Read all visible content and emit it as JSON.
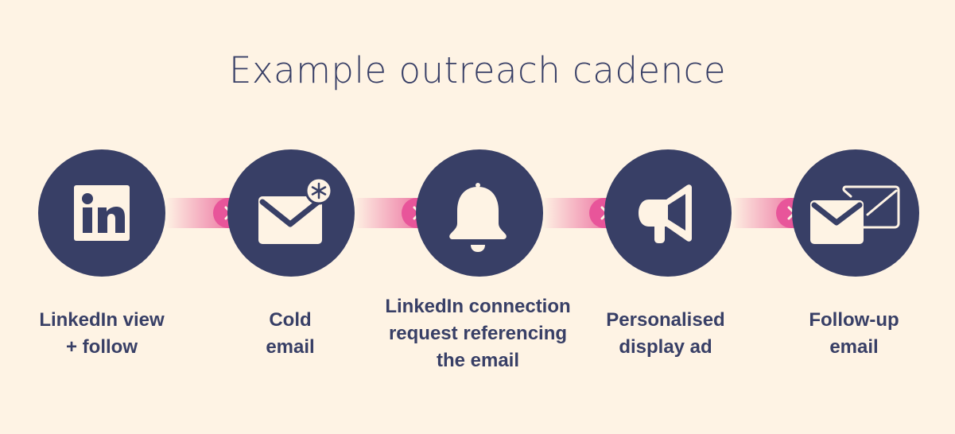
{
  "title": "Example outreach cadence",
  "colors": {
    "background": "#fef3e4",
    "circle": "#383f66",
    "accent": "#e8559a",
    "text": "#383f66",
    "icon": "#fef3e4"
  },
  "steps": [
    {
      "icon": "linkedin-icon",
      "label_lines": [
        "LinkedIn view",
        "+ follow"
      ]
    },
    {
      "icon": "email-snowflake-icon",
      "label_lines": [
        "Cold",
        "email"
      ]
    },
    {
      "icon": "bell-icon",
      "label_lines": [
        "LinkedIn connection",
        "request referencing",
        "the email"
      ]
    },
    {
      "icon": "megaphone-icon",
      "label_lines": [
        "Personalised",
        "display ad"
      ]
    },
    {
      "icon": "double-email-icon",
      "label_lines": [
        "Follow-up",
        "email"
      ]
    }
  ],
  "connector_icon": "chevron-right-icon"
}
